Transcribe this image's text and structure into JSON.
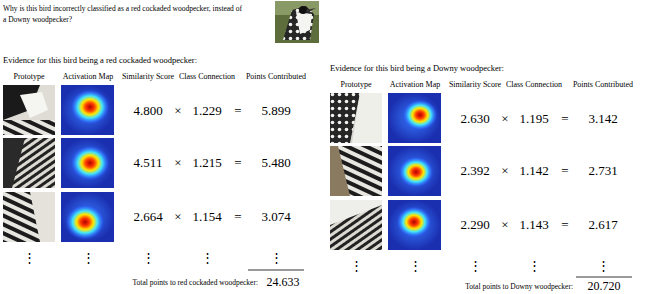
{
  "diagram": {
    "labels": [
      "Why is this bird incorrectly classified as a red cockaded woodpecker, instead of a Downy woodpecker?",
      "Evidence for this bird being a red cockaded woodpecker:",
      "Prototype",
      "Activation Map",
      "Similarity Score",
      "Class Connection",
      "Points Contributed",
      "4.800",
      "×",
      "1.229",
      "=",
      "5.899",
      "4.511",
      "×",
      "1.215",
      "=",
      "5.480",
      "2.664",
      "×",
      "1.154",
      "=",
      "3.074",
      "⋮",
      "⋮",
      "⋮",
      "⋮",
      "⋮",
      "Total points to red cockaded woodpecker:",
      "24.633",
      "Evidence for this bird being a Downy woodpecker:",
      "Prototype",
      "Activation Map",
      "Similarity Score",
      "Class Connection",
      "Points Contributed",
      "2.630",
      "×",
      "1.195",
      "=",
      "3.142",
      "2.392",
      "×",
      "1.142",
      "=",
      "2.731",
      "2.290",
      "×",
      "1.143",
      "=",
      "2.617",
      "⋮",
      "⋮",
      "⋮",
      "⋮",
      "⋮",
      "Total points to Downy woodpecker:",
      "20.720"
    ]
  }
}
